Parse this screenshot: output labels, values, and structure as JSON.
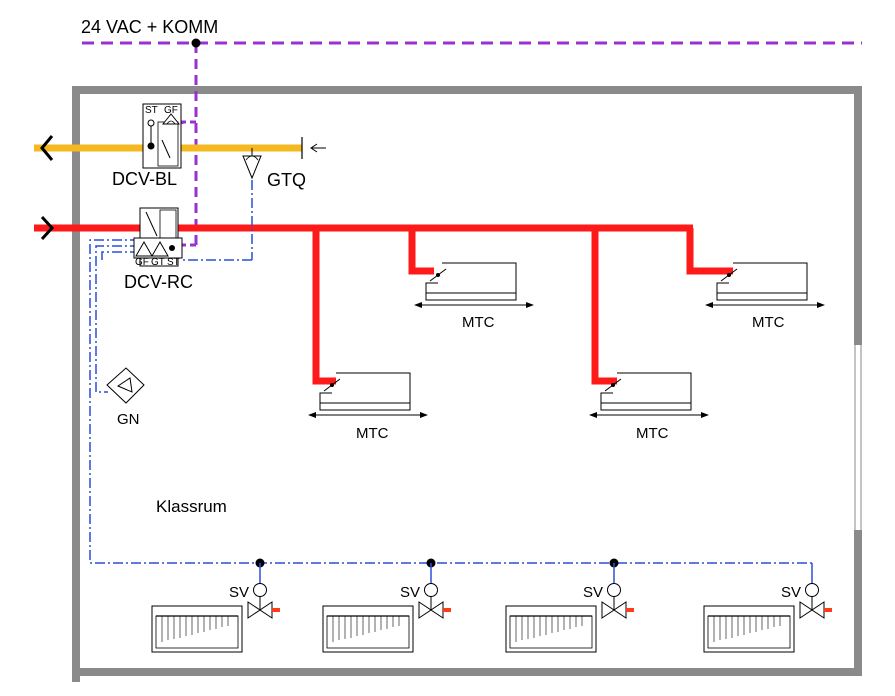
{
  "bus_label": "24 VAC + KOMM",
  "room_label": "Klassrum",
  "dcv_bl": {
    "label": "DCV-BL",
    "tag_st": "ST",
    "tag_gf": "GF"
  },
  "dcv_rc": {
    "label": "DCV-RC",
    "tag_gf": "GF",
    "tag_gt": "GT",
    "tag_st": "ST"
  },
  "gtq_label": "GTQ",
  "gn_label": "GN",
  "mtc_label": "MTC",
  "sv_label": "SV",
  "colors": {
    "supply_air": "#ff1a1a",
    "exhaust_air": "#f5b820",
    "comm_bus": "#9b30d0",
    "signal": "#2a4fd8",
    "wall": "#8a8a8a"
  }
}
